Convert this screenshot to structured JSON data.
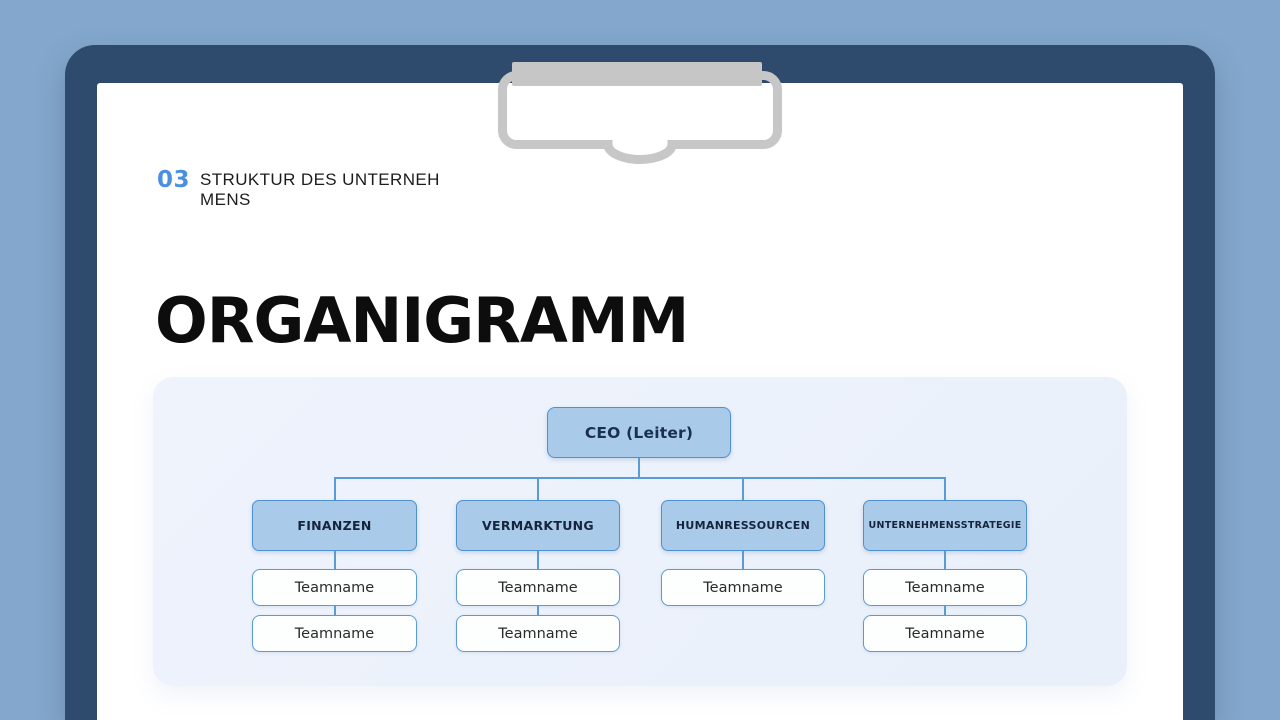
{
  "colors": {
    "desktop_bg": "#84a8cd",
    "frame": "#2e4a6c",
    "page": "#ffffff",
    "panel_bg": "#edf2fb",
    "accent_blue": "#4a90e2",
    "node_fill": "#a9cbe9",
    "node_border": "#4e91cf",
    "connector": "#5b9bd5",
    "team_fill": "#fdfefe",
    "clip_gray": "#c7c7c7"
  },
  "slide": {
    "section_number": "03",
    "section_title_line1": "STRUKTUR DES UNTERNEH",
    "section_title_line2": "MENS",
    "title": "ORGANIGRAMM"
  },
  "org_chart": {
    "root": {
      "label": "CEO (Leiter)"
    },
    "departments": [
      {
        "label": "FINANZEN",
        "teams": [
          "Teamname",
          "Teamname"
        ]
      },
      {
        "label": "VERMARKTUNG",
        "teams": [
          "Teamname",
          "Teamname"
        ]
      },
      {
        "label": "HUMANRESSOURCEN",
        "teams": [
          "Teamname"
        ]
      },
      {
        "label": "UNTERNEHMENSSTRATEGIE",
        "teams": [
          "Teamname",
          "Teamname"
        ]
      }
    ]
  }
}
